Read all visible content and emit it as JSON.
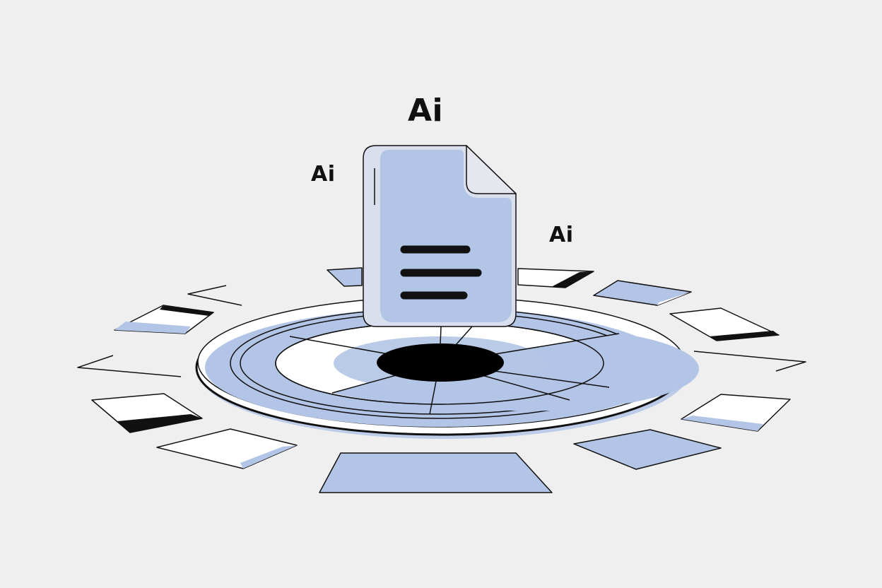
{
  "labels": {
    "top": "Ai",
    "left": "Ai",
    "right": "Ai"
  },
  "colors": {
    "background": "#efefef",
    "accent": "#b3c5e6",
    "stroke": "#111111",
    "hub": "#000000",
    "paper": "#ffffff"
  },
  "icons": {
    "document": "document-icon",
    "platform": "spinning-platform",
    "tiles": "floating-cards"
  }
}
